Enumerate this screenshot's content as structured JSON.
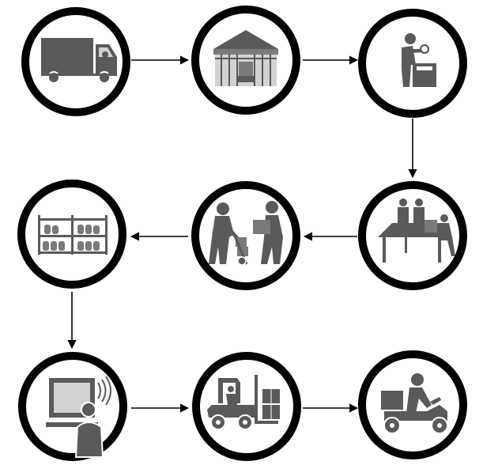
{
  "diagram": {
    "type": "process-flow",
    "steps": [
      {
        "id": 1,
        "icon": "delivery-truck-icon"
      },
      {
        "id": 2,
        "icon": "warehouse-icon"
      },
      {
        "id": 3,
        "icon": "inspection-worker-icon"
      },
      {
        "id": 4,
        "icon": "team-sorting-table-icon"
      },
      {
        "id": 5,
        "icon": "hand-truck-handover-icon"
      },
      {
        "id": 6,
        "icon": "storage-shelves-icon"
      },
      {
        "id": 7,
        "icon": "computer-operator-icon"
      },
      {
        "id": 8,
        "icon": "forklift-icon"
      },
      {
        "id": 9,
        "icon": "scooter-courier-icon"
      }
    ],
    "flow": [
      [
        1,
        2
      ],
      [
        2,
        3
      ],
      [
        3,
        4
      ],
      [
        4,
        5
      ],
      [
        5,
        6
      ],
      [
        6,
        7
      ],
      [
        7,
        8
      ],
      [
        8,
        9
      ]
    ],
    "colors": {
      "ring": "#000000",
      "icon_dark": "#5a5a5a",
      "icon_mid": "#7a7a7a",
      "icon_light": "#d2d2d2",
      "arrow": "#000000",
      "background": "#ffffff"
    }
  }
}
